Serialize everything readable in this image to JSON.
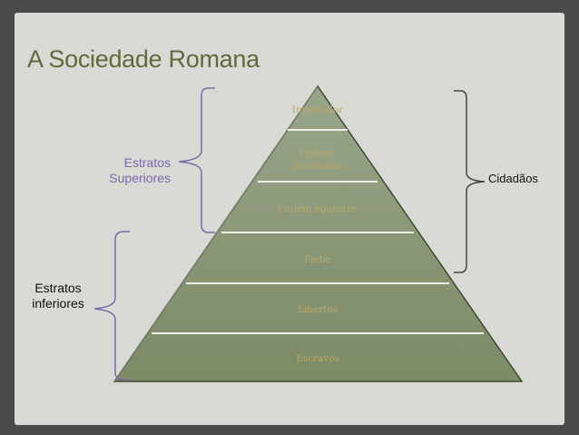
{
  "slide": {
    "title": "A Sociedade Romana",
    "labels": {
      "estratos_superiores": [
        "Estratos",
        "Superiores"
      ],
      "estratos_inferiores": [
        "Estratos",
        "inferiores"
      ],
      "cidadaos": "Cidadãos"
    },
    "pyramid_levels": [
      [
        "Imperador"
      ],
      [
        "Ordem",
        "Senatorial"
      ],
      [
        "Ordem equestre"
      ],
      [
        "Plebe"
      ],
      [
        "Libertos"
      ],
      [
        "Escravos"
      ]
    ],
    "colors": {
      "background": "#d9d9d6",
      "title": "#5e6b3a",
      "pyramid_fill": "#869472",
      "pyramid_text": "#bba866",
      "superiores_label": "#7b6aa6",
      "bracket": "#7b6aa6"
    }
  }
}
